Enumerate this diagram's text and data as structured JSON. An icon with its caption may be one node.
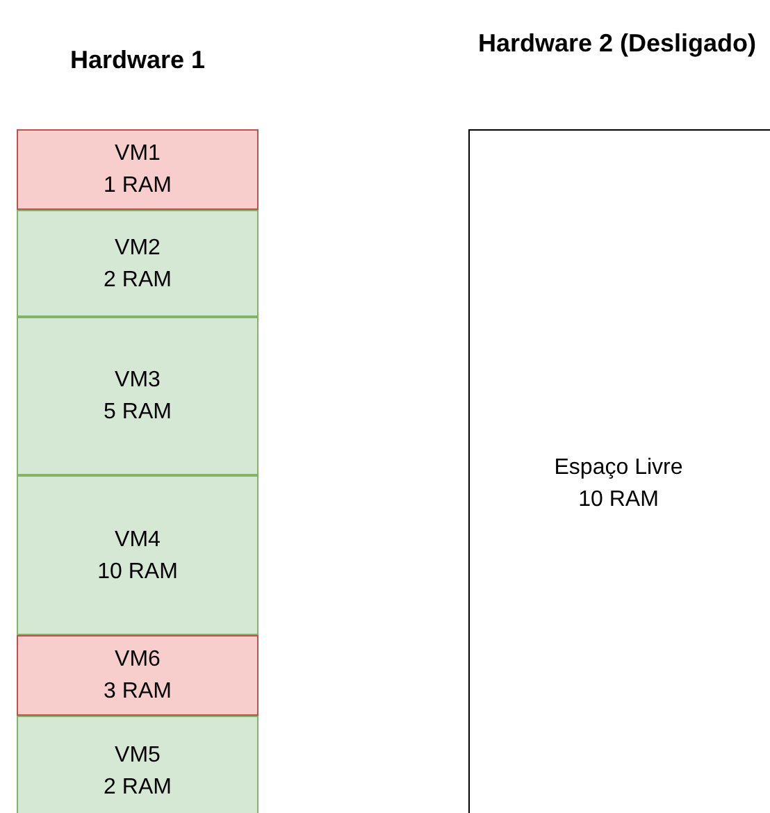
{
  "diagram": {
    "nodes": [
      {
        "text": [
          "VM1 1 RAM"
        ]
      },
      {
        "text": [
          "VM2 2 RAM"
        ]
      },
      {
        "text": [
          "VM3 5 RAM"
        ]
      },
      {
        "text": [
          "VM4 10 RAM"
        ]
      },
      {
        "text": [
          "VM6 3 RAM"
        ]
      },
      {
        "text": [
          "VM5 2 RAM"
        ]
      },
      {
        "text": [
          "Hardware 2 (Desligado)",
          "Espaço Livre 10 RAM"
        ]
      }
    ],
    "edges": [],
    "labels": [
      "Hardware 1"
    ]
  }
}
